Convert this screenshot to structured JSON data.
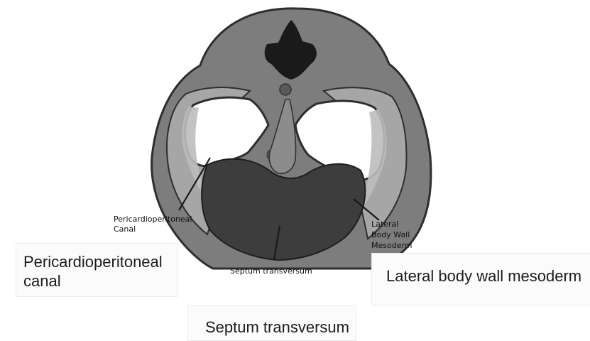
{
  "diagram": {
    "inner_labels": {
      "pericardioperitoneal_canal": [
        "Pericardioperitoneal",
        "Canal"
      ],
      "lateral_body_wall": [
        "Lateral",
        "Body Wall",
        "Mesoderm"
      ],
      "septum_transversum": "Septum transversum"
    },
    "annotation_boxes": {
      "pericardioperitoneal_canal": [
        "Pericardioperitoneal",
        "canal"
      ],
      "lateral_body_wall_mesoderm": "Lateral body wall mesoderm",
      "septum_transversum": "Septum transversum"
    },
    "colors": {
      "outer_body": "#7d7d7d",
      "body_wall_band": "#a6a6a6",
      "septum_transversum": "#3d3d3d",
      "neural_tube": "#1a1a1a",
      "cavity": "#ffffff"
    }
  }
}
